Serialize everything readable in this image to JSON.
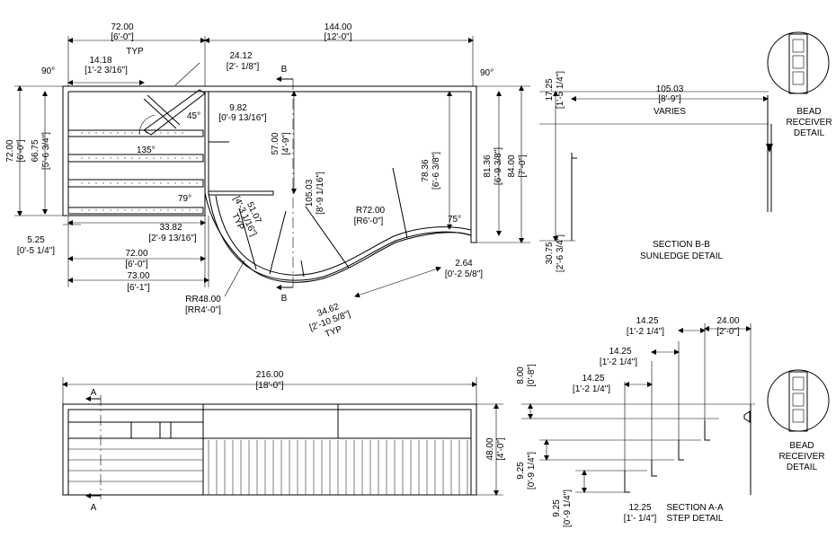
{
  "plan": {
    "dim_72_top": "72.00",
    "dim_72_top_ft": "[6'-0\"]",
    "typ": "TYP",
    "dim_144": "144.00",
    "dim_144_ft": "[12'-0\"]",
    "dim_14_18": "14.18",
    "dim_14_18_ft": "[1'-2 3/16\"]",
    "dim_24_12": "24.12",
    "dim_24_12_ft": "[2'- 1/8\"]",
    "angle_90_left": "90°",
    "angle_90_right": "90°",
    "angle_45": "45°",
    "angle_135": "135°",
    "angle_79": "79°",
    "angle_75": "75°",
    "dim_9_82": "9.82",
    "dim_9_82_ft": "[0'-9 13/16\"]",
    "dim_57": "57.00",
    "dim_57_ft": "[4'-9\"]",
    "dim_72_left": "72.00",
    "dim_72_left_ft": "[6'-0\"]",
    "dim_66_75": "66.75",
    "dim_66_75_ft": "[5'-6 3/4\"]",
    "dim_105_03": "105.03",
    "dim_105_03_ft": "[8'-9 1/16\"]",
    "dim_51_07": "51.07",
    "dim_51_07_ft": "[4'-3 1/16\"]",
    "typ_diag": "TYP",
    "dim_78_36": "78.36",
    "dim_78_36_ft": "[6'-6 3/8\"]",
    "dim_81_36": "81.36",
    "dim_81_36_ft": "[6'-9 3/8\"]",
    "dim_84": "84.00",
    "dim_84_ft": "[7'-0\"]",
    "r72": "R72.00",
    "r72_ft": "[R6'-0\"]",
    "dim_33_82": "33.82",
    "dim_33_82_ft": "[2'-9 13/16\"]",
    "dim_5_25": "5.25",
    "dim_5_25_ft": "[0'-5 1/4\"]",
    "dim_72_bot": "72.00",
    "dim_72_bot_ft": "[6'-0\"]",
    "dim_73": "73.00",
    "dim_73_ft": "[6'-1\"]",
    "dim_2_64": "2.64",
    "dim_2_64_ft": "[0'-2 5/8\"]",
    "rr48": "RR48.00",
    "rr48_ft": "[RR4'-0\"]",
    "dim_34_62": "34.62",
    "dim_34_62_ft": "[2'-10 5/8\"]",
    "typ_arc": "TYP",
    "section_b_top": "B",
    "section_b_bottom": "B"
  },
  "section_bb": {
    "dim_105_03": "105.03",
    "dim_105_03_ft": "[8'-9\"]",
    "varies": "VARIES",
    "dim_17_25": "17.25",
    "dim_17_25_ft": "[1'-5 1/4\"]",
    "dim_30_75": "30.75",
    "dim_30_75_ft": "[2'-6 3/4\"]",
    "title": "SECTION B-B",
    "subtitle": "SUNLEDGE DETAIL",
    "detail_label_1": "BEAD",
    "detail_label_2": "RECEIVER",
    "detail_label_3": "DETAIL"
  },
  "elevation": {
    "dim_216": "216.00",
    "dim_216_ft": "[18'-0\"]",
    "dim_48": "48.00",
    "dim_48_ft": "[4'-0\"]",
    "section_a_top": "A",
    "section_a_bottom": "A"
  },
  "section_aa": {
    "dim_14_25_a": "14.25",
    "dim_14_25_a_ft": "[1'-2 1/4\"]",
    "dim_14_25_b": "14.25",
    "dim_14_25_b_ft": "[1'-2 1/4\"]",
    "dim_14_25_c": "14.25",
    "dim_14_25_c_ft": "[1'-2 1/4\"]",
    "dim_24": "24.00",
    "dim_24_ft": "[2'-0\"]",
    "dim_8": "8.00",
    "dim_8_ft": "[0'-8\"]",
    "dim_9_25_a": "9.25",
    "dim_9_25_a_ft": "[0'-9 1/4\"]",
    "dim_9_25_b": "9.25",
    "dim_9_25_b_ft": "[0'-9 1/4\"]",
    "dim_12_25": "12.25",
    "dim_12_25_ft": "[1'- 1/4\"]",
    "title": "SECTION A-A",
    "subtitle": "STEP DETAIL",
    "detail_label_1": "BEAD",
    "detail_label_2": "RECEIVER",
    "detail_label_3": "DETAIL"
  }
}
